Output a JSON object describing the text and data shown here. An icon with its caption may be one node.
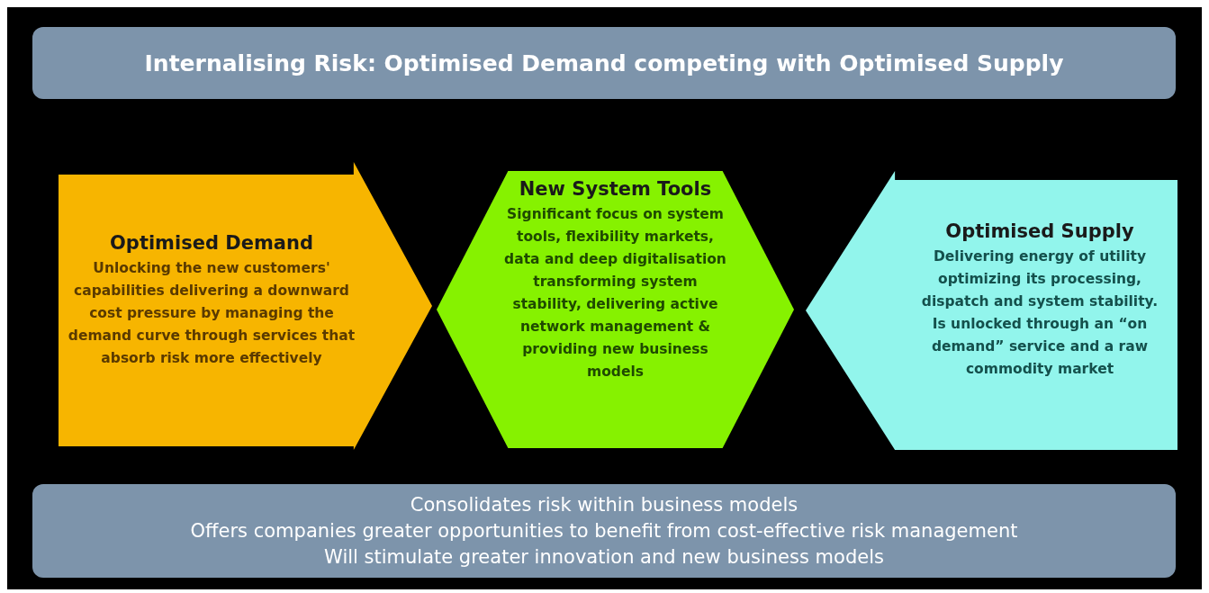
{
  "diagram": {
    "nodes": [
      {
        "text": [
          "Internalising Risk: Optimised Demand competing with Optimised Supply"
        ]
      },
      {
        "text": [
          "Optimised Demand",
          "Unlocking the new customers' capabilities delivering a downward cost pressure by managing the demand curve through services that absorb risk more effectively"
        ]
      },
      {
        "text": [
          "New System Tools",
          "Significant focus on system tools, flexibility markets, data and deep digitalisation transforming system stability, delivering active network management & providing new business models"
        ]
      },
      {
        "text": [
          "Optimised Supply",
          "Delivering energy of utility optimizing its processing, dispatch and system stability. Is unlocked through an “on demand” service and a raw commodity market"
        ]
      },
      {
        "text": [
          "Consolidates risk within business models",
          "Offers companies greater opportunities to benefit from cost-effective risk management",
          "Will stimulate greater innovation and new business models"
        ]
      }
    ],
    "edges": []
  }
}
